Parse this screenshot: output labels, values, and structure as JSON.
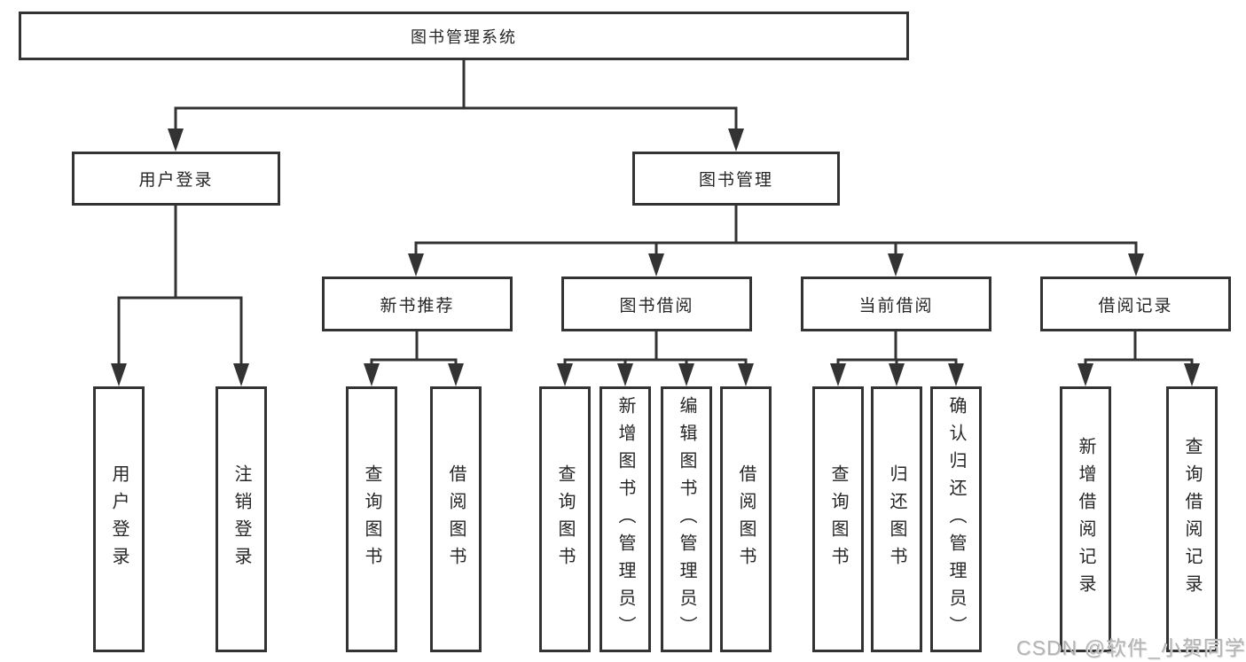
{
  "diagram": {
    "tree": {
      "label": "图书管理系统",
      "children": [
        {
          "label": "用户登录",
          "children": [
            {
              "label": "用户登录"
            },
            {
              "label": "注销登录"
            }
          ]
        },
        {
          "label": "图书管理",
          "children": [
            {
              "label": "新书推荐",
              "children": [
                {
                  "label": "查询图书"
                },
                {
                  "label": "借阅图书"
                }
              ]
            },
            {
              "label": "图书借阅",
              "children": [
                {
                  "label": "查询图书"
                },
                {
                  "label": "新增图书（管理员）"
                },
                {
                  "label": "编辑图书（管理员）"
                },
                {
                  "label": "借阅图书"
                }
              ]
            },
            {
              "label": "当前借阅",
              "children": [
                {
                  "label": "查询图书"
                },
                {
                  "label": "归还图书"
                },
                {
                  "label": "确认归还（管理员）"
                }
              ]
            },
            {
              "label": "借阅记录",
              "children": [
                {
                  "label": "新增借阅记录"
                },
                {
                  "label": "查询借阅记录"
                }
              ]
            }
          ]
        }
      ]
    },
    "watermark": "CSDN @软件_小贺同学",
    "colors": {
      "border": "#333333",
      "line": "#333333",
      "text": "#262626",
      "background": "#ffffff",
      "watermark": "#b3b3b3"
    }
  }
}
